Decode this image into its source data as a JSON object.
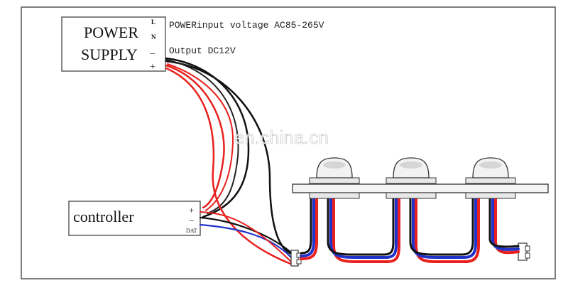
{
  "power_supply": {
    "line1": "POWER",
    "line2": "SUPPLY",
    "terminals": [
      "L",
      "N",
      "−",
      "+"
    ]
  },
  "annotations": {
    "input": "POWERinput voltage AC85-265V",
    "output": "Output DC12V"
  },
  "controller": {
    "label": "controller",
    "terminals": [
      "+",
      "−",
      "DAT"
    ]
  },
  "watermark": "en.china.cn",
  "colors": {
    "red": "#e8201e",
    "black": "#111111",
    "blue": "#2233cc",
    "frame": "#555555"
  }
}
